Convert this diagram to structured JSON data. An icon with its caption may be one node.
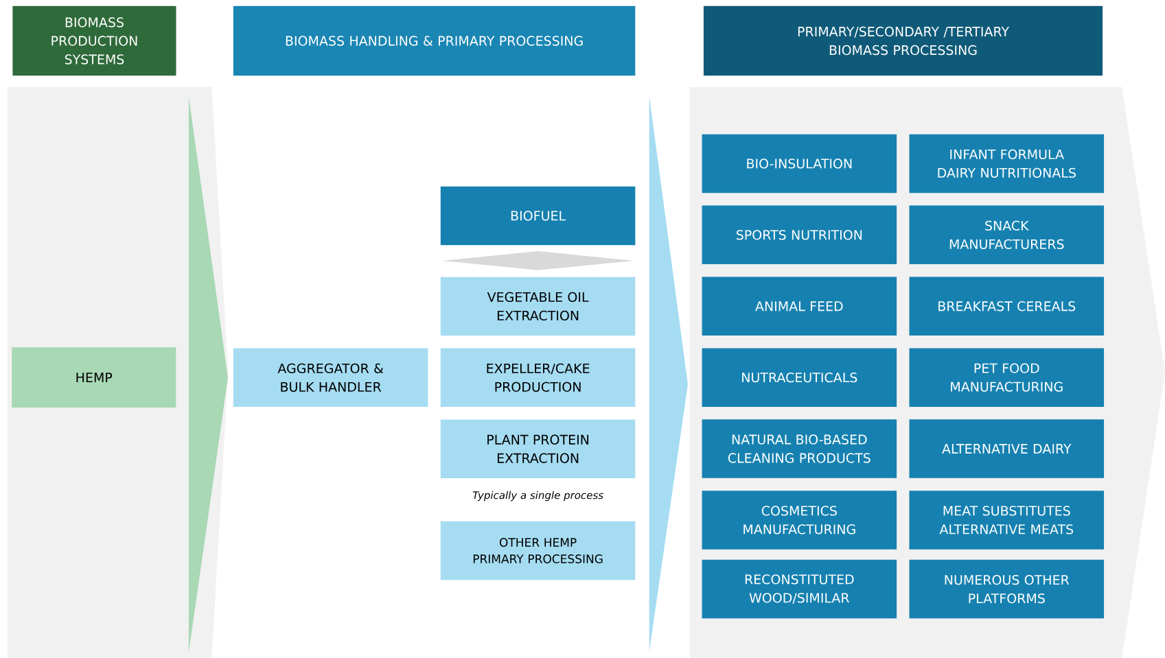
{
  "diagram": {
    "nodes": [
      {
        "text": [
          "BIOMASS PRODUCTION SYSTEMS"
        ]
      },
      {
        "text": [
          "BIOMASS HANDLING & PRIMARY PROCESSING"
        ]
      },
      {
        "text": [
          "PRIMARY/SECONDARY /TERTIARY BIOMASS PROCESSING"
        ]
      },
      {
        "text": [],
        "shape": "band"
      },
      {
        "text": [
          "HEMP"
        ],
        "in": 3
      },
      {
        "text": [
          "AGGREGATOR & BULK HANDLER"
        ]
      },
      {
        "text": [
          "BIOFUEL"
        ]
      },
      {
        "text": [
          "VEGETABLE OIL EXTRACTION"
        ]
      },
      {
        "text": [
          "EXPELLER/CAKE PRODUCTION"
        ]
      },
      {
        "text": [
          "PLANT PROTEIN EXTRACTION"
        ]
      },
      {
        "text": [
          "OTHER HEMP PRIMARY PROCESSING"
        ]
      },
      {
        "text": [],
        "shape": "band"
      },
      {
        "text": [
          "BIO-INSULATION"
        ],
        "in": 11
      },
      {
        "text": [
          "INFANT FORMULA DAIRY NUTRITIONALS"
        ],
        "in": 11
      },
      {
        "text": [
          "SPORTS NUTRITION"
        ],
        "in": 11
      },
      {
        "text": [
          "SNACK MANUFACTURERS"
        ],
        "in": 11
      },
      {
        "text": [
          "ANIMAL FEED"
        ],
        "in": 11
      },
      {
        "text": [
          "BREAKFAST CEREALS"
        ],
        "in": 11
      },
      {
        "text": [
          "NUTRACEUTICALS"
        ],
        "in": 11
      },
      {
        "text": [
          "PET FOOD MANUFACTURING"
        ],
        "in": 11
      },
      {
        "text": [
          "NATURAL BIO-BASED CLEANING PRODUCTS"
        ],
        "in": 11
      },
      {
        "text": [
          "ALTERNATIVE DAIRY"
        ],
        "in": 11
      },
      {
        "text": [
          "COSMETICS MANUFACTURING"
        ],
        "in": 11
      },
      {
        "text": [
          "MEAT SUBSTITUTES ALTERNATIVE MEATS"
        ],
        "in": 11
      },
      {
        "text": [
          "RECONSTITUTED WOOD/SIMILAR"
        ],
        "in": 11
      },
      {
        "text": [
          "NUMEROUS OTHER PLATFORMS"
        ],
        "in": 11
      }
    ],
    "edges": [
      {
        "from": 4,
        "to": 5,
        "arrow": "to",
        "color": "#a8d8b4"
      },
      {
        "from": 6,
        "to": 7,
        "arrow": "both",
        "color": "#d9d9d9"
      },
      {
        "from": null,
        "to": 11,
        "arrow": "to",
        "color": "#a5dcf2"
      }
    ],
    "labels": [
      "Typically a single process"
    ]
  }
}
